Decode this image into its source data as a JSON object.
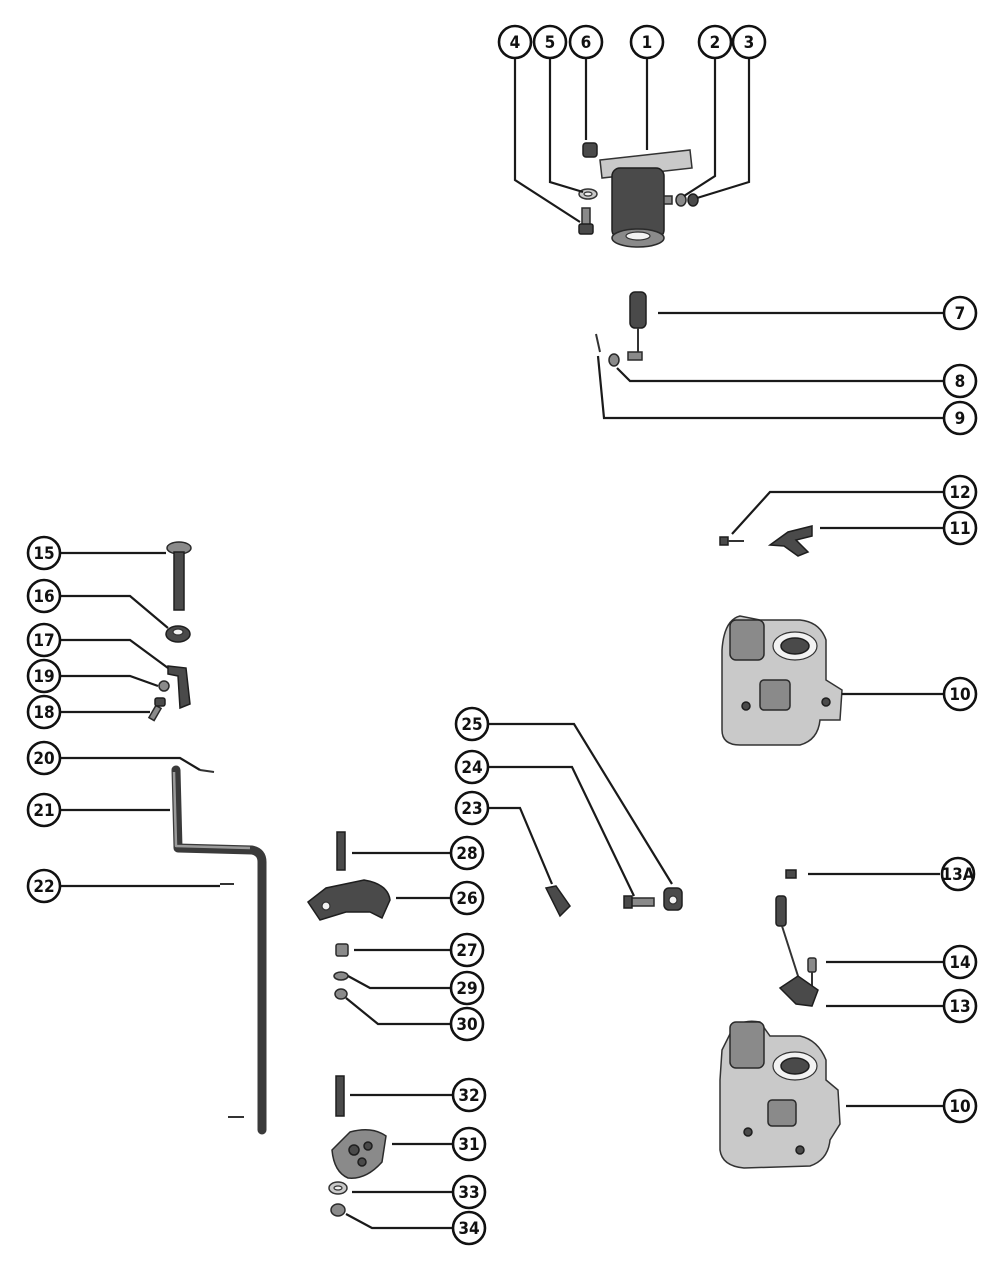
{
  "callouts": [
    {
      "id": "c4",
      "label": "4"
    },
    {
      "id": "c5",
      "label": "5"
    },
    {
      "id": "c6",
      "label": "6"
    },
    {
      "id": "c1",
      "label": "1"
    },
    {
      "id": "c2",
      "label": "2"
    },
    {
      "id": "c3",
      "label": "3"
    },
    {
      "id": "c7",
      "label": "7"
    },
    {
      "id": "c8",
      "label": "8"
    },
    {
      "id": "c9",
      "label": "9"
    },
    {
      "id": "c12",
      "label": "12"
    },
    {
      "id": "c11",
      "label": "11"
    },
    {
      "id": "c10a",
      "label": "10"
    },
    {
      "id": "c15",
      "label": "15"
    },
    {
      "id": "c16",
      "label": "16"
    },
    {
      "id": "c17",
      "label": "17"
    },
    {
      "id": "c19",
      "label": "19"
    },
    {
      "id": "c18",
      "label": "18"
    },
    {
      "id": "c20",
      "label": "20"
    },
    {
      "id": "c21",
      "label": "21"
    },
    {
      "id": "c22",
      "label": "22"
    },
    {
      "id": "c25",
      "label": "25"
    },
    {
      "id": "c24",
      "label": "24"
    },
    {
      "id": "c23",
      "label": "23"
    },
    {
      "id": "c28",
      "label": "28"
    },
    {
      "id": "c26",
      "label": "26"
    },
    {
      "id": "c27",
      "label": "27"
    },
    {
      "id": "c29",
      "label": "29"
    },
    {
      "id": "c30",
      "label": "30"
    },
    {
      "id": "c13A",
      "label": "13A"
    },
    {
      "id": "c14",
      "label": "14"
    },
    {
      "id": "c13",
      "label": "13"
    },
    {
      "id": "c10b",
      "label": "10"
    },
    {
      "id": "c32",
      "label": "32"
    },
    {
      "id": "c31",
      "label": "31"
    },
    {
      "id": "c33",
      "label": "33"
    },
    {
      "id": "c34",
      "label": "34"
    }
  ]
}
